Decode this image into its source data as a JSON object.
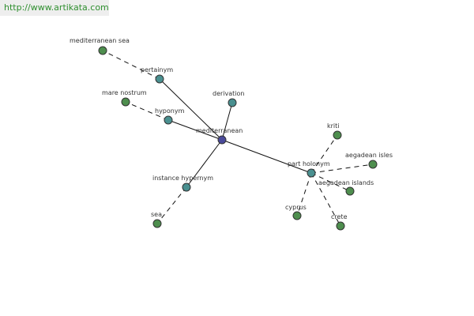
{
  "header": {
    "url": "http://www.artikata.com"
  },
  "graph": {
    "colors": {
      "center": "#4a4a9a",
      "relation": "#4a9090",
      "term": "#4e8e4e",
      "outline": "#333333",
      "edge": "#111111"
    },
    "nodes": [
      {
        "id": "mediterranean",
        "label": "mediterranean",
        "kind": "center"
      },
      {
        "id": "pertainym",
        "label": "pertainym",
        "kind": "relation"
      },
      {
        "id": "derivation",
        "label": "derivation",
        "kind": "relation"
      },
      {
        "id": "hyponym",
        "label": "hyponym",
        "kind": "relation"
      },
      {
        "id": "instance-hypernym",
        "label": "instance hypernym",
        "kind": "relation"
      },
      {
        "id": "part-holonym",
        "label": "part holonym",
        "kind": "relation"
      },
      {
        "id": "mediterranean-sea",
        "label": "mediterranean sea",
        "kind": "term"
      },
      {
        "id": "mare-nostrum",
        "label": "mare nostrum",
        "kind": "term"
      },
      {
        "id": "sea",
        "label": "sea",
        "kind": "term"
      },
      {
        "id": "kriti",
        "label": "kriti",
        "kind": "term"
      },
      {
        "id": "aegadean-isles",
        "label": "aegadean isles",
        "kind": "term"
      },
      {
        "id": "aegadean-islands",
        "label": "aegadean islands",
        "kind": "term"
      },
      {
        "id": "cyprus",
        "label": "cyprus",
        "kind": "term"
      },
      {
        "id": "crete",
        "label": "crete",
        "kind": "term"
      }
    ],
    "edges": [
      {
        "from": "mediterranean",
        "to": "pertainym",
        "style": "solid"
      },
      {
        "from": "mediterranean",
        "to": "derivation",
        "style": "solid"
      },
      {
        "from": "mediterranean",
        "to": "hyponym",
        "style": "solid"
      },
      {
        "from": "mediterranean",
        "to": "instance-hypernym",
        "style": "solid"
      },
      {
        "from": "mediterranean",
        "to": "part-holonym",
        "style": "solid"
      },
      {
        "from": "pertainym",
        "to": "mediterranean-sea",
        "style": "dashed"
      },
      {
        "from": "hyponym",
        "to": "mare-nostrum",
        "style": "dashed"
      },
      {
        "from": "instance-hypernym",
        "to": "sea",
        "style": "dashed"
      },
      {
        "from": "part-holonym",
        "to": "kriti",
        "style": "dashed"
      },
      {
        "from": "part-holonym",
        "to": "aegadean-isles",
        "style": "dashed"
      },
      {
        "from": "part-holonym",
        "to": "aegadean-islands",
        "style": "dashed"
      },
      {
        "from": "part-holonym",
        "to": "cyprus",
        "style": "dashed"
      },
      {
        "from": "part-holonym",
        "to": "crete",
        "style": "dashed"
      }
    ]
  }
}
